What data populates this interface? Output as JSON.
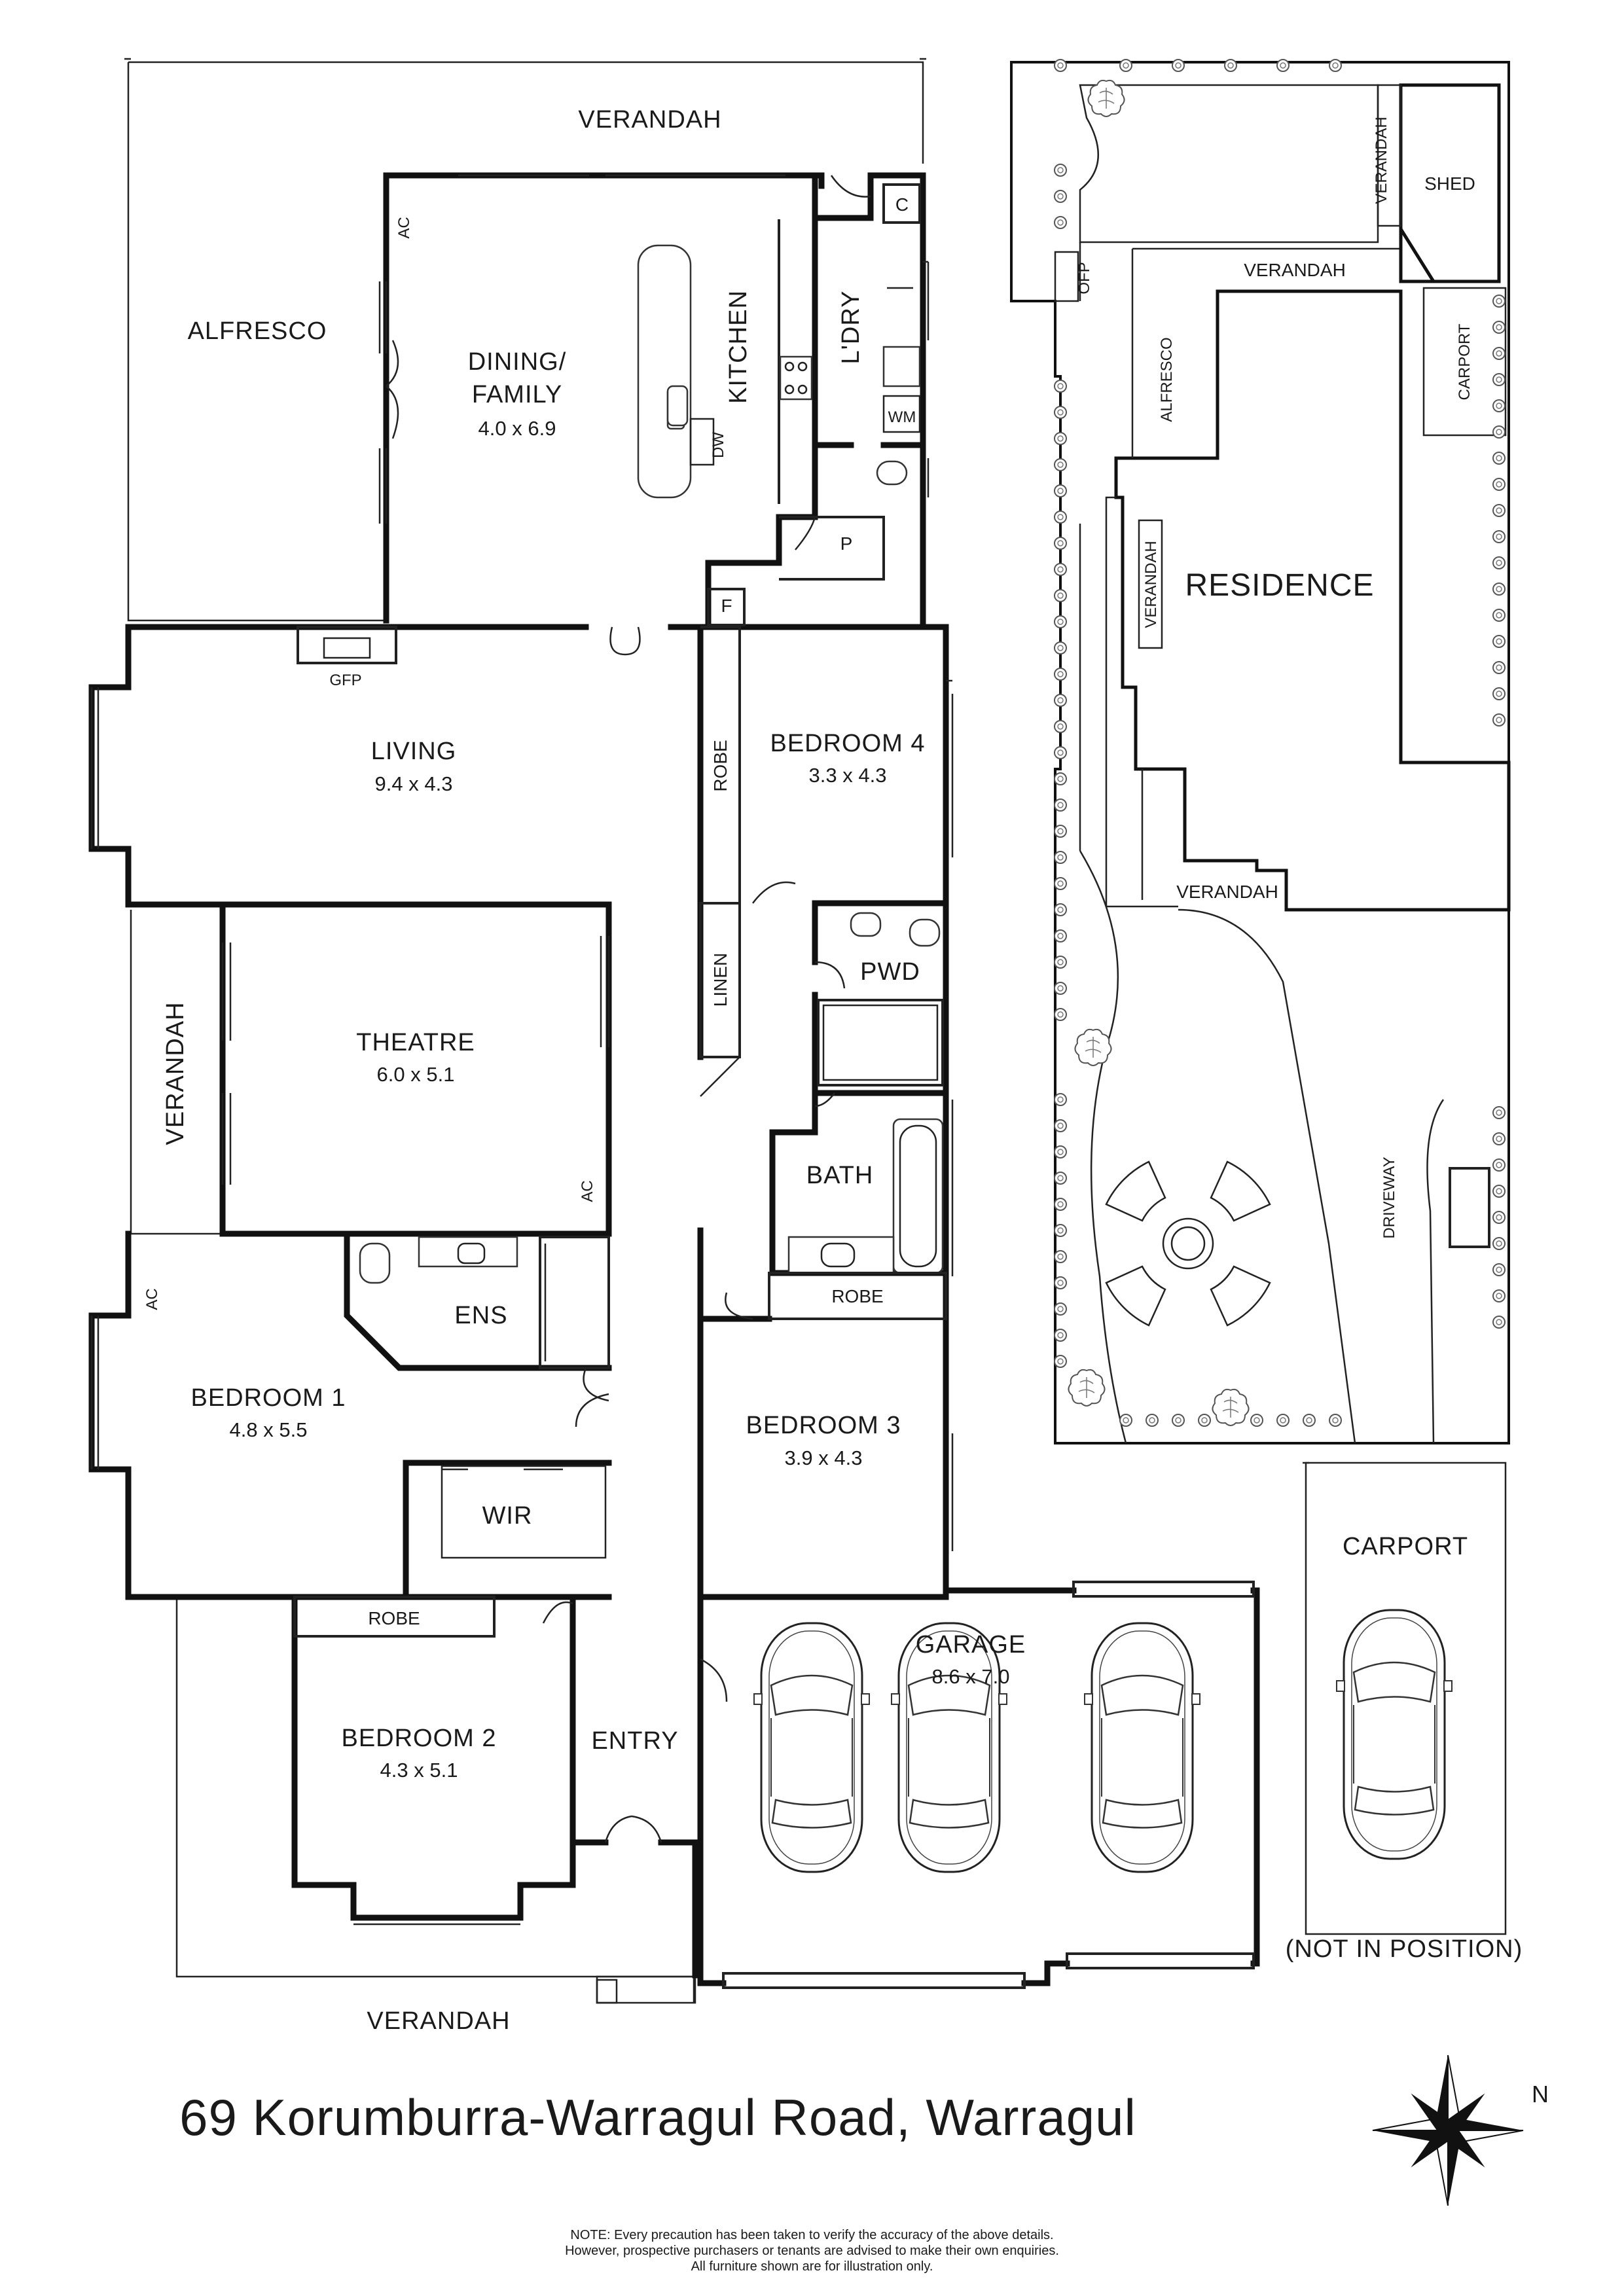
{
  "address": "69 Korumburra-Warragul Road, Warragul",
  "compass": {
    "label": "N"
  },
  "note": [
    "NOTE: Every precaution has been taken to verify the accuracy of the above details.",
    "However, prospective purchasers or tenants are advised to make their own enquiries.",
    "All furniture shown are for illustration only."
  ],
  "main_plan": {
    "verandah_top": "VERANDAH",
    "alfresco": "ALFRESCO",
    "dining": {
      "name_line1": "DINING/",
      "name_line2": "FAMILY",
      "dim": "4.0 x 6.9"
    },
    "kitchen": "KITCHEN",
    "laundry": "L'DRY",
    "c": "C",
    "wm": "WM",
    "dw": "DW",
    "ac": "AC",
    "p": "P",
    "f": "F",
    "gfp": "GFP",
    "living": {
      "name": "LIVING",
      "dim": "9.4 x 4.3"
    },
    "robe": "ROBE",
    "bedroom4": {
      "name": "BEDROOM 4",
      "dim": "3.3 x 4.3"
    },
    "linen": "LINEN",
    "pwd": "PWD",
    "bath": "BATH",
    "theatre": {
      "name": "THEATRE",
      "dim": "6.0 x 5.1"
    },
    "verandah_side": "VERANDAH",
    "ens": "ENS",
    "bedroom1": {
      "name": "BEDROOM 1",
      "dim": "4.8 x 5.5"
    },
    "wir": "WIR",
    "bedroom3": {
      "name": "BEDROOM 3",
      "dim": "3.9 x 4.3"
    },
    "bedroom2": {
      "name": "BEDROOM 2",
      "dim": "4.3 x 5.1"
    },
    "entry": "ENTRY",
    "garage": {
      "name": "GARAGE",
      "dim": "8.6 x 7.0"
    },
    "verandah_bottom": "VERANDAH"
  },
  "site_plan": {
    "verandah_vertical": "VERANDAH",
    "shed": "SHED",
    "verandah_top": "VERANDAH",
    "ofp": "OFP",
    "alfresco": "ALFRESCO",
    "carport": "CARPORT",
    "verandah_left": "VERANDAH",
    "residence": "RESIDENCE",
    "verandah_bottom": "VERANDAH",
    "driveway": "DRIVEWAY"
  },
  "carport_plan": {
    "name": "CARPORT",
    "note": "(NOT IN POSITION)"
  }
}
